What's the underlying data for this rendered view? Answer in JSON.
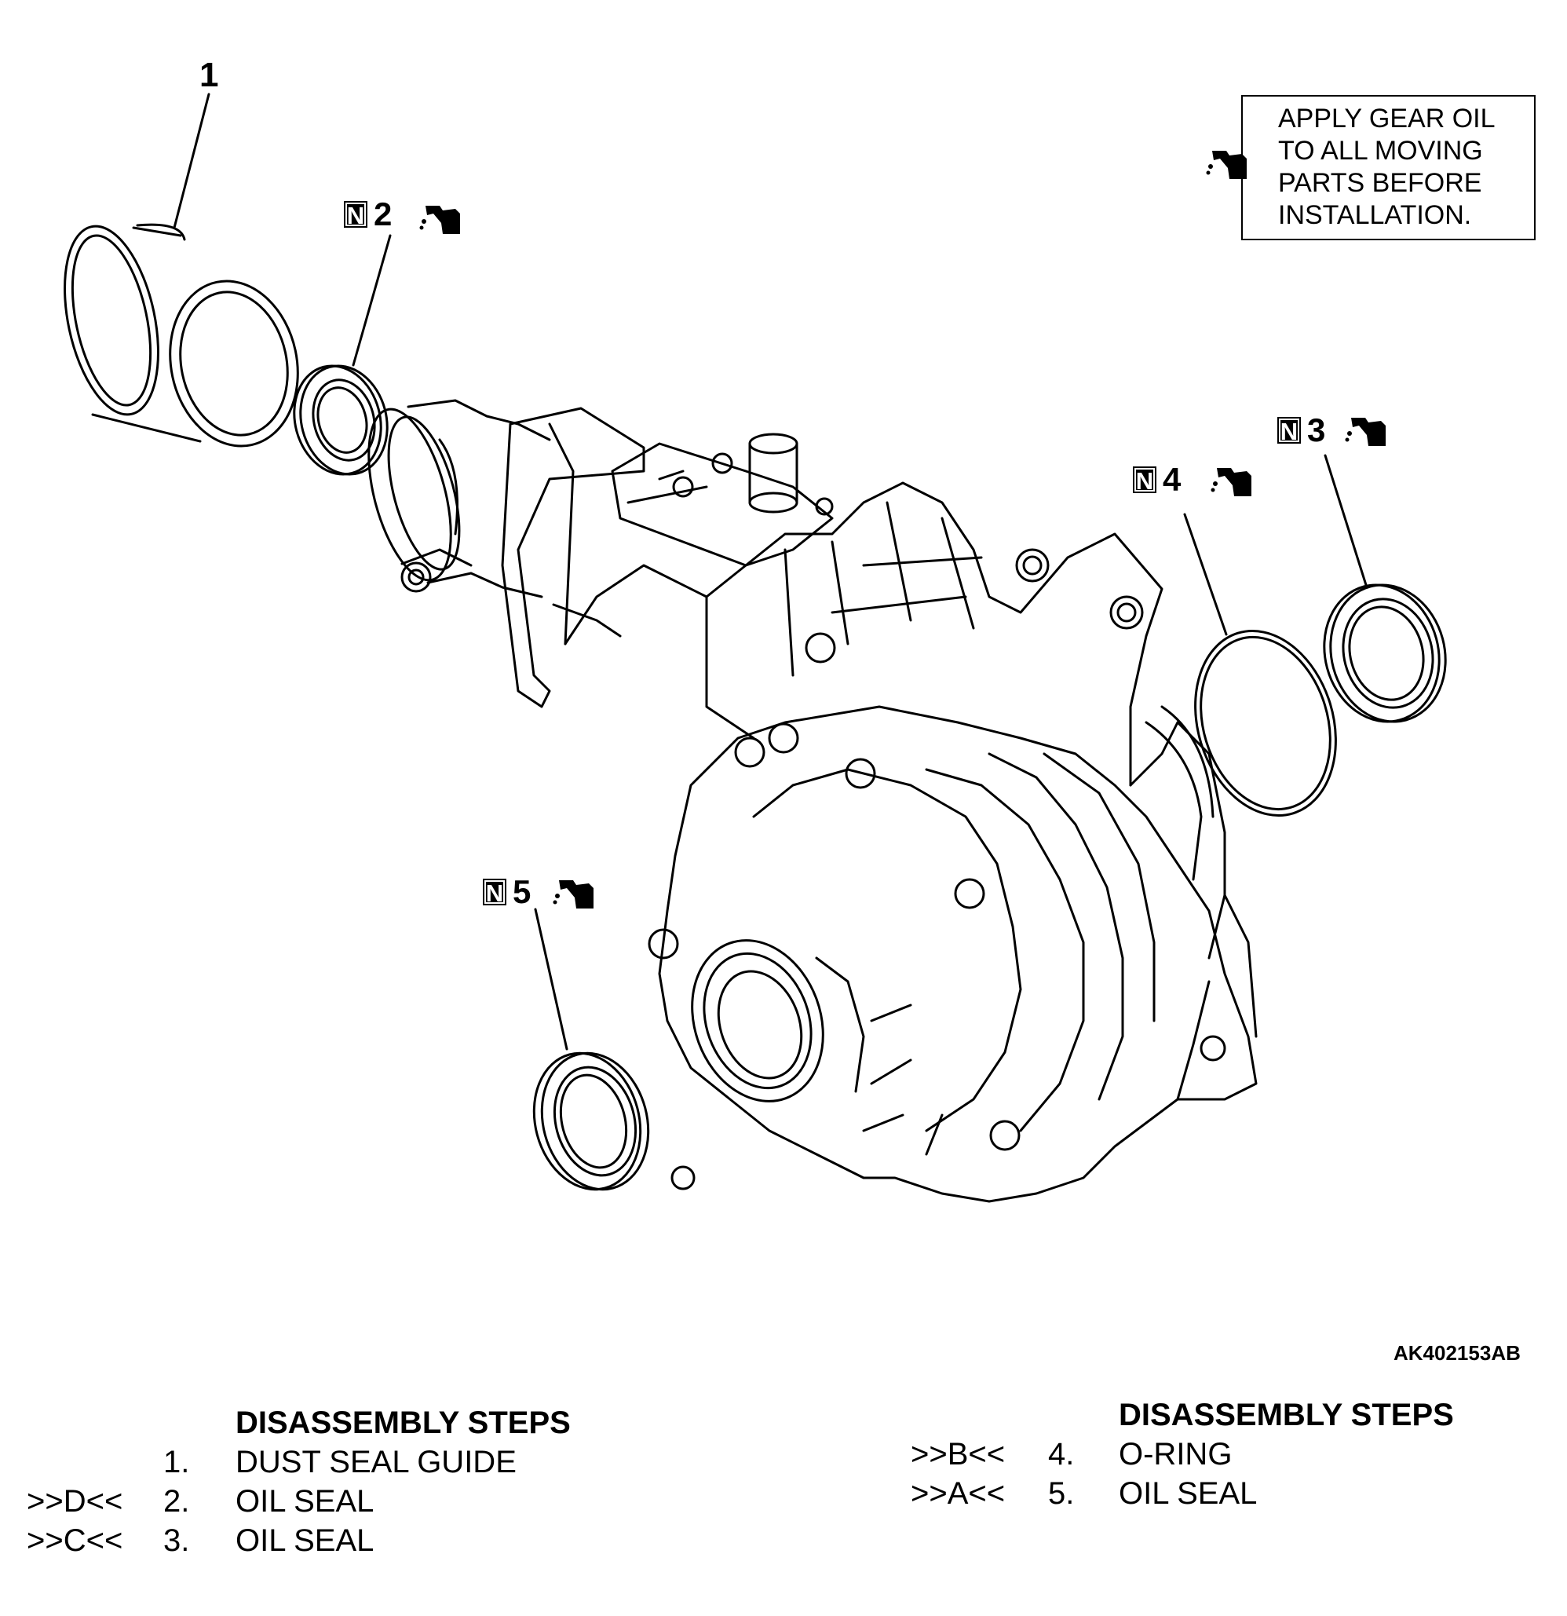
{
  "note": {
    "lines": [
      "APPLY GEAR OIL",
      "TO ALL MOVING",
      "PARTS BEFORE",
      "INSTALLATION."
    ],
    "icon": "oil-can-icon"
  },
  "callouts": [
    {
      "number": "1",
      "new_part_mark": null
    },
    {
      "number": "2",
      "new_part_mark": "N"
    },
    {
      "number": "3",
      "new_part_mark": "N"
    },
    {
      "number": "4",
      "new_part_mark": "N"
    },
    {
      "number": "5",
      "new_part_mark": "N"
    }
  ],
  "figure_code": "AK402153AB",
  "steps_left": {
    "title": "DISASSEMBLY STEPS",
    "items": [
      {
        "mark": "",
        "number": "1.",
        "name": "DUST SEAL GUIDE"
      },
      {
        "mark": ">>D<<",
        "number": "2.",
        "name": "OIL SEAL"
      },
      {
        "mark": ">>C<<",
        "number": "3.",
        "name": "OIL SEAL"
      }
    ]
  },
  "steps_right": {
    "title": "DISASSEMBLY STEPS",
    "items": [
      {
        "mark": ">>B<<",
        "number": "4.",
        "name": "O-RING"
      },
      {
        "mark": ">>A<<",
        "number": "5.",
        "name": "OIL SEAL"
      }
    ]
  }
}
